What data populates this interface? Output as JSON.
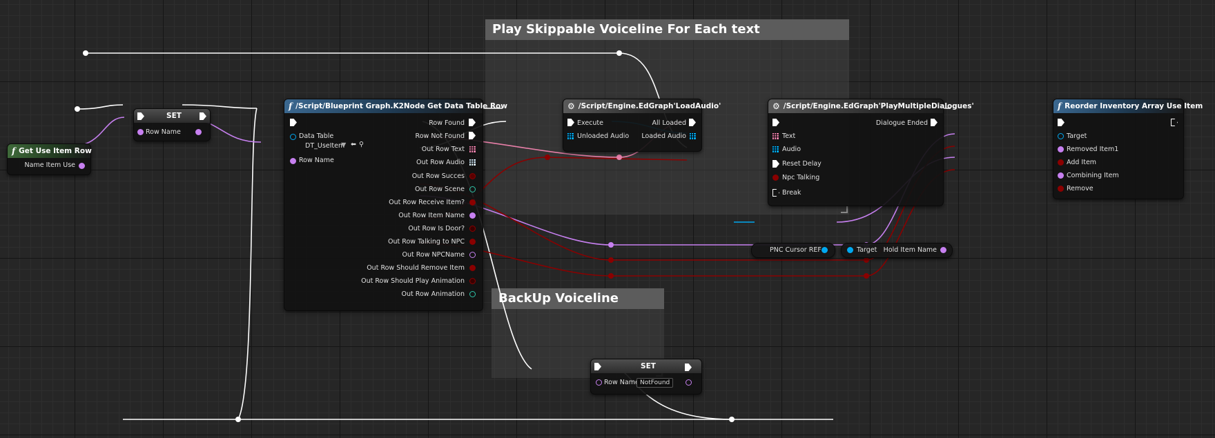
{
  "comments": {
    "play_skippable": "Play Skippable Voiceline For Each text",
    "backup": "BackUp Voiceline"
  },
  "nodes": {
    "get_use_item_row": {
      "title": "Get Use Item Row",
      "out_label": "Name Item Use"
    },
    "set_top": {
      "title": "SET",
      "in_label": "Row Name"
    },
    "get_data_table_row": {
      "title": "/Script/Blueprint Graph.K2Node Get Data Table Row",
      "in_data_table": "Data Table",
      "data_table_value": "DT_UseItem",
      "in_row_name": "Row Name",
      "outputs": [
        "Row Found",
        "Row Not Found",
        "Out Row Text",
        "Out Row Audio",
        "Out Row Succes",
        "Out Row Scene",
        "Out Row Receive Item?",
        "Out Row Item Name",
        "Out Row Is Door?",
        "Out Row Talking to NPC",
        "Out Row NPCName",
        "Out Row Should Remove Item",
        "Out Row Should Play Animation",
        "Out Row Animation"
      ]
    },
    "load_audio": {
      "title": "/Script/Engine.EdGraph'LoadAudio'",
      "in_execute": "Execute",
      "in_unloaded": "Unloaded Audio",
      "out_all_loaded": "All Loaded",
      "out_loaded_audio": "Loaded Audio"
    },
    "play_multiple": {
      "title": "/Script/Engine.EdGraph'PlayMultipleDialogues'",
      "in_text": "Text",
      "in_audio": "Audio",
      "in_reset": "Reset Delay",
      "in_npc": "Npc Talking",
      "in_break": "Break",
      "out_ended": "Dialogue Ended"
    },
    "reorder": {
      "title": "Reorder Inventory Array Use Item",
      "in_target": "Target",
      "in_removed": "Removed Item1",
      "in_add": "Add Item",
      "in_combining": "Combining Item",
      "in_remove": "Remove"
    },
    "pnc_cursor": {
      "label": "PNC Cursor REF"
    },
    "hold_item": {
      "in_target": "Target",
      "out_label": "Hold Item Name"
    },
    "set_bottom": {
      "title": "SET",
      "in_label": "Row Name",
      "value": "NotFound"
    }
  },
  "colors": {
    "exec": "#ffffff",
    "name_pin": "#c780f0",
    "bool_pin": "#8a0000",
    "text_pin": "#e87fa8",
    "object_pin": "#00a8f0",
    "struct_pin": "#2ec4a8"
  }
}
